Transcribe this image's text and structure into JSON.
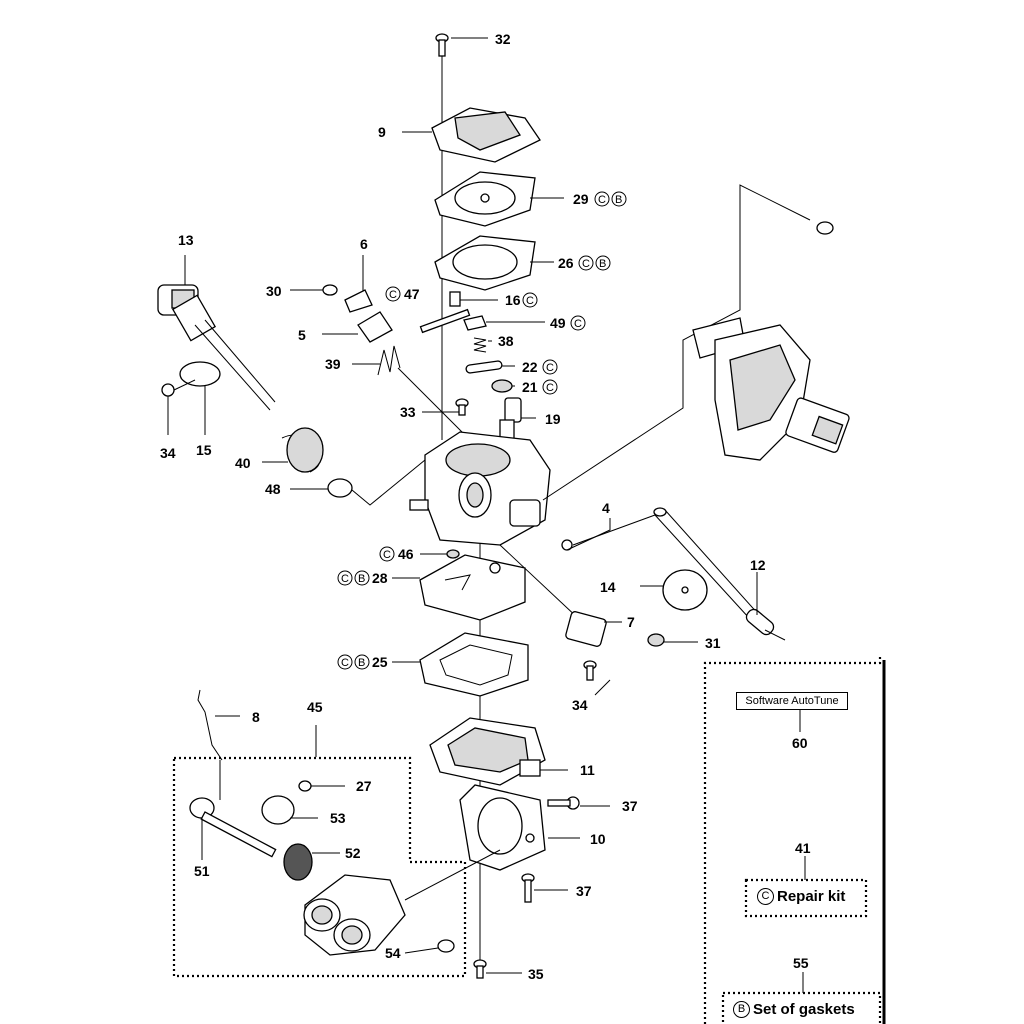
{
  "callouts": [
    {
      "id": "32",
      "text": "32"
    },
    {
      "id": "9",
      "text": "9"
    },
    {
      "id": "29",
      "text": "29"
    },
    {
      "id": "26",
      "text": "26"
    },
    {
      "id": "13",
      "text": "13"
    },
    {
      "id": "6",
      "text": "6"
    },
    {
      "id": "30",
      "text": "30"
    },
    {
      "id": "47",
      "text": "47"
    },
    {
      "id": "16",
      "text": "16"
    },
    {
      "id": "5",
      "text": "5"
    },
    {
      "id": "49",
      "text": "49"
    },
    {
      "id": "38",
      "text": "38"
    },
    {
      "id": "39",
      "text": "39"
    },
    {
      "id": "22",
      "text": "22"
    },
    {
      "id": "21",
      "text": "21"
    },
    {
      "id": "33",
      "text": "33"
    },
    {
      "id": "19",
      "text": "19"
    },
    {
      "id": "34a",
      "text": "34"
    },
    {
      "id": "15",
      "text": "15"
    },
    {
      "id": "40",
      "text": "40"
    },
    {
      "id": "48",
      "text": "48"
    },
    {
      "id": "4",
      "text": "4"
    },
    {
      "id": "46",
      "text": "46"
    },
    {
      "id": "12",
      "text": "12"
    },
    {
      "id": "28",
      "text": "28"
    },
    {
      "id": "14",
      "text": "14"
    },
    {
      "id": "7",
      "text": "7"
    },
    {
      "id": "31",
      "text": "31"
    },
    {
      "id": "25",
      "text": "25"
    },
    {
      "id": "34b",
      "text": "34"
    },
    {
      "id": "8",
      "text": "8"
    },
    {
      "id": "45",
      "text": "45"
    },
    {
      "id": "11",
      "text": "11"
    },
    {
      "id": "27",
      "text": "27"
    },
    {
      "id": "37a",
      "text": "37"
    },
    {
      "id": "53",
      "text": "53"
    },
    {
      "id": "10",
      "text": "10"
    },
    {
      "id": "52",
      "text": "52"
    },
    {
      "id": "51",
      "text": "51"
    },
    {
      "id": "37b",
      "text": "37"
    },
    {
      "id": "54",
      "text": "54"
    },
    {
      "id": "35",
      "text": "35"
    },
    {
      "id": "60",
      "text": "60"
    },
    {
      "id": "41",
      "text": "41"
    },
    {
      "id": "55",
      "text": "55"
    }
  ],
  "kit_letters": {
    "repair": "C",
    "gaskets": "B"
  },
  "legend": {
    "software_label": "Software AutoTune",
    "repair_kit_letter": "C",
    "repair_kit_label": "Repair kit",
    "gasket_letter": "B",
    "gasket_label": "Set of gaskets"
  }
}
